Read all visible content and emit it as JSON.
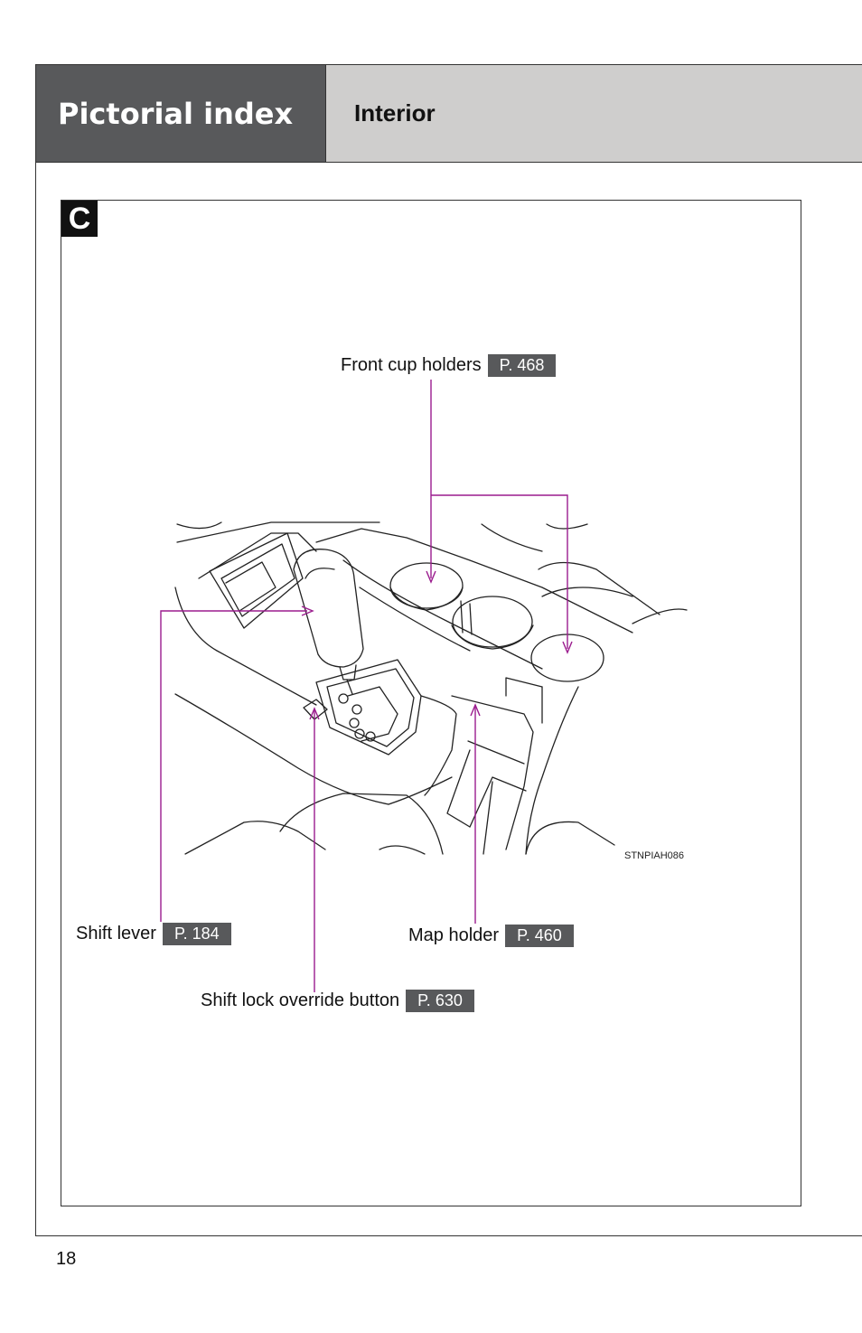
{
  "header": {
    "section_title": "Pictorial index",
    "subsection_title": "Interior"
  },
  "figure": {
    "badge": "C",
    "code": "STNPIAH086",
    "callouts": [
      {
        "label": "Front cup holders",
        "page_ref": "P. 468"
      },
      {
        "label": "Shift lever",
        "page_ref": "P. 184"
      },
      {
        "label": "Map holder",
        "page_ref": "P. 460"
      },
      {
        "label": "Shift lock override button",
        "page_ref": "P. 630"
      }
    ],
    "leader_color": "#9b1c8e"
  },
  "footer": {
    "page_number": "18"
  }
}
